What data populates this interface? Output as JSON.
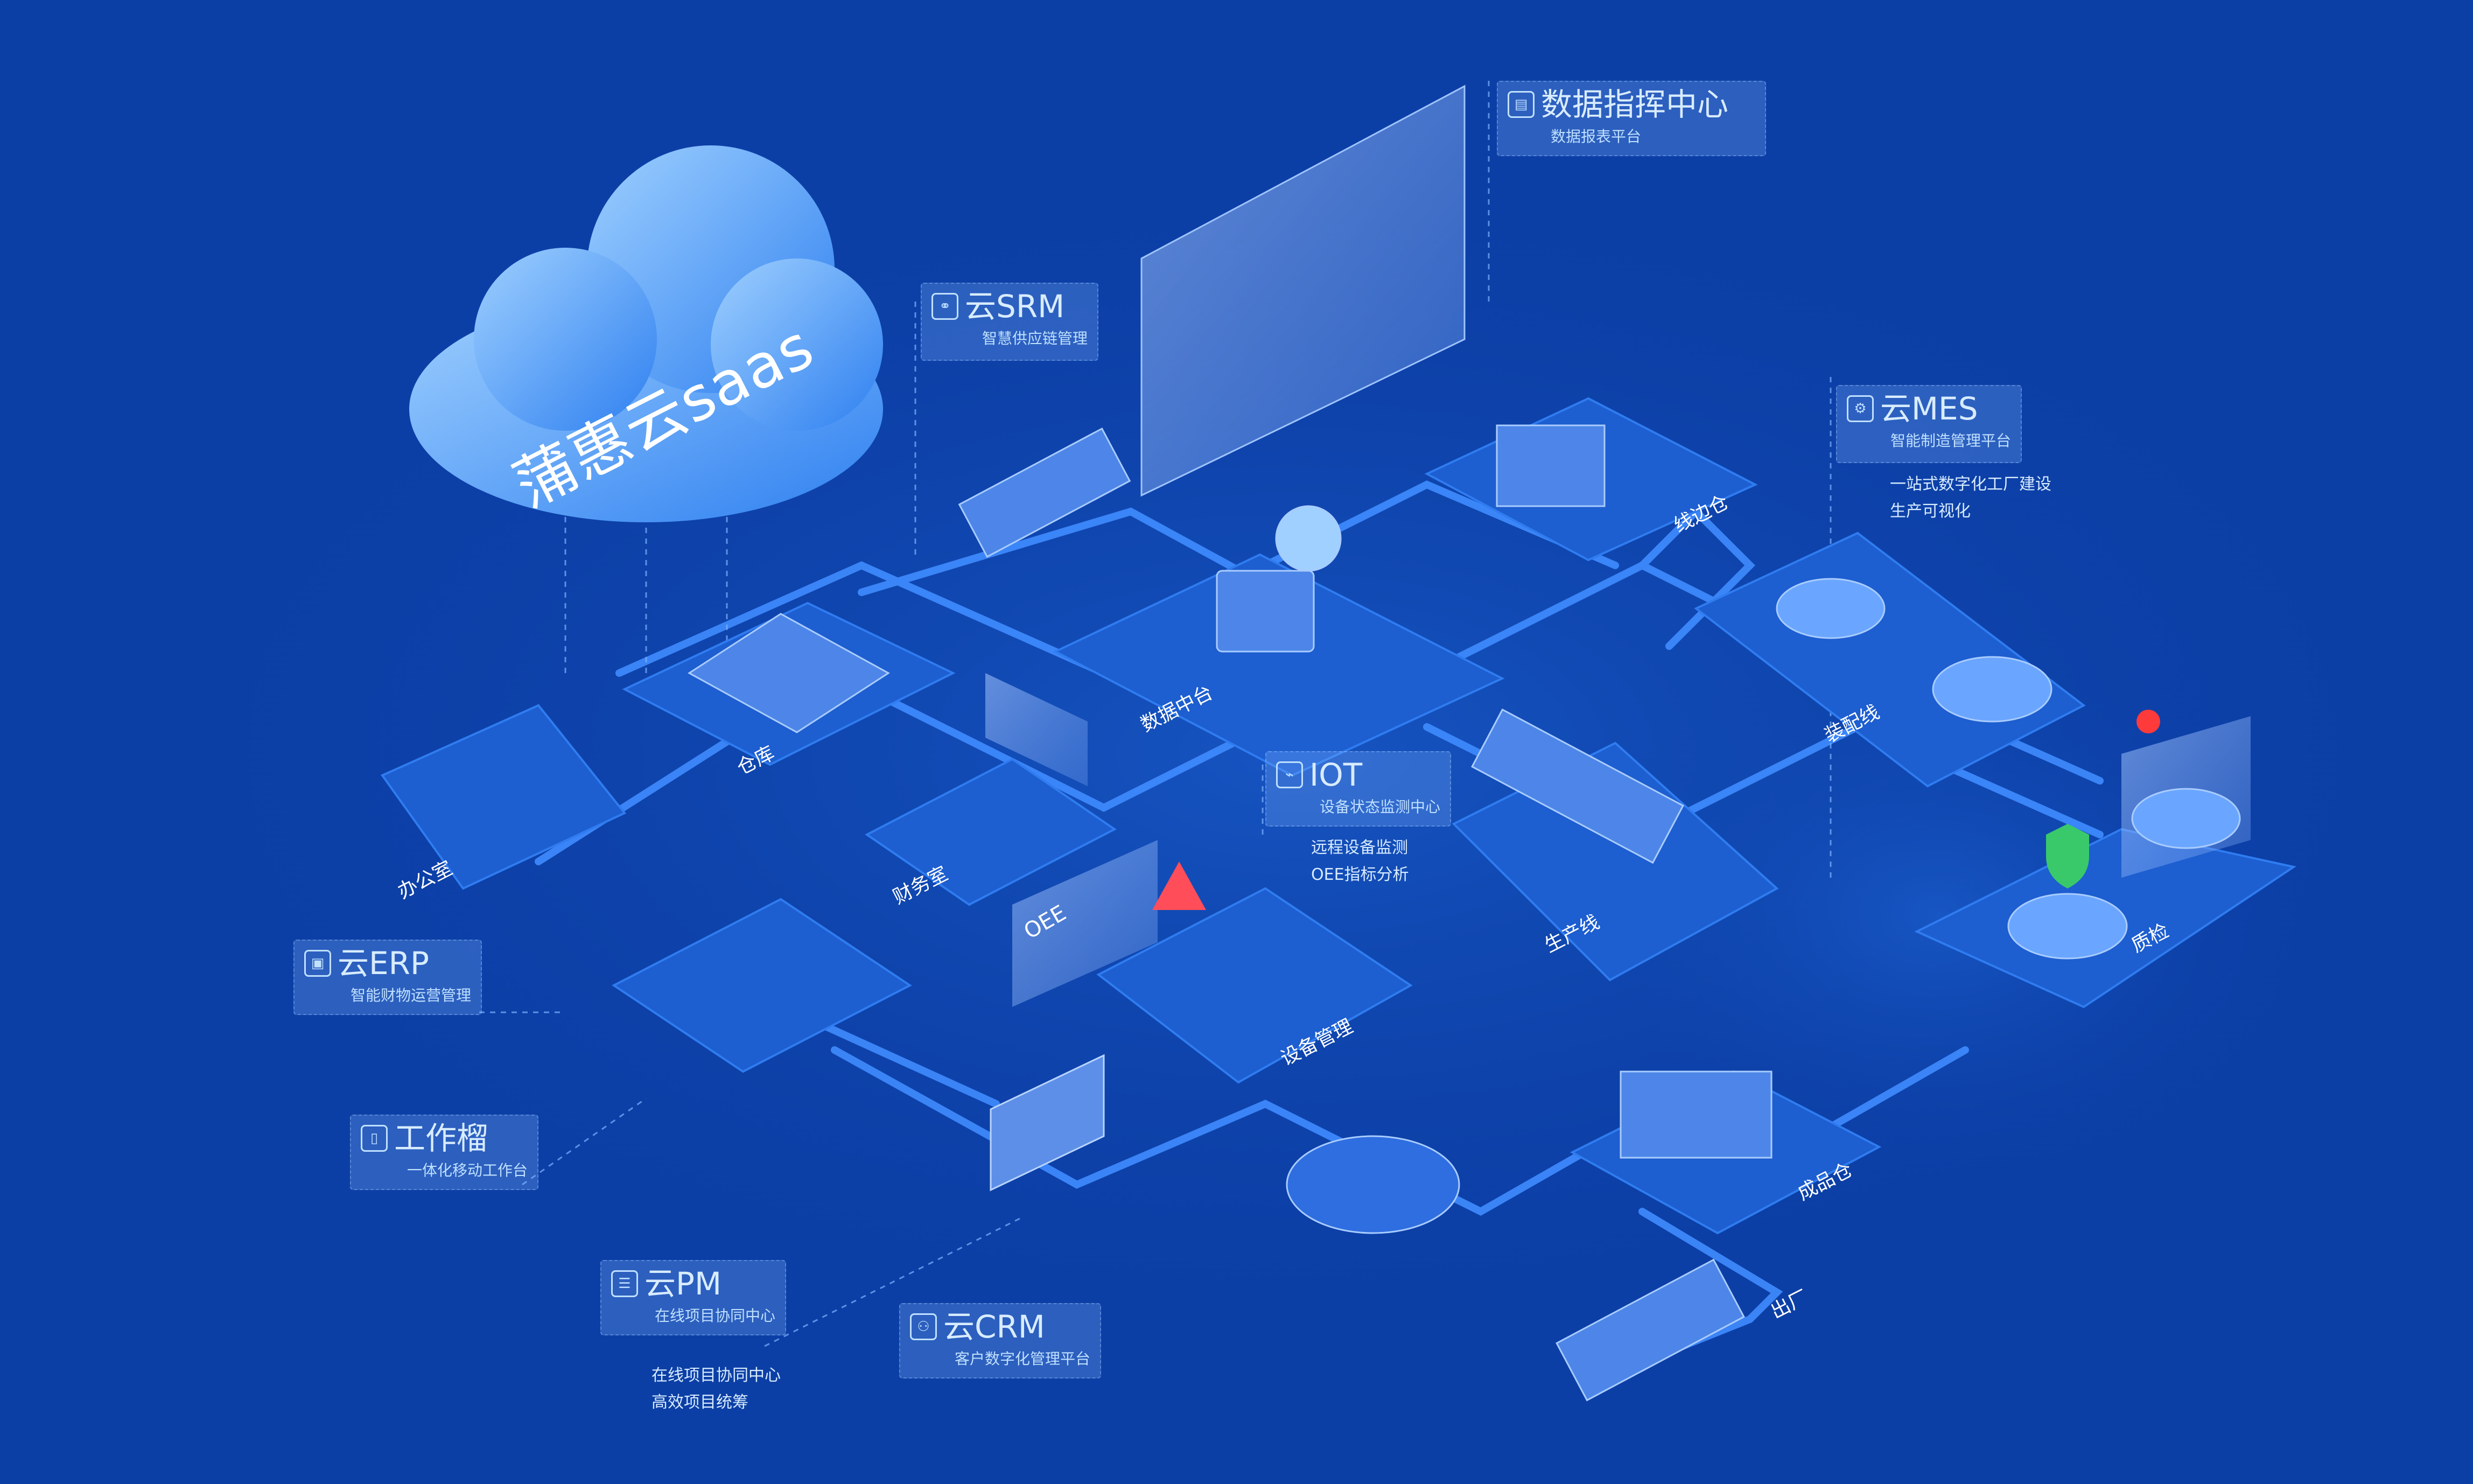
{
  "cloud": {
    "title": "蒲惠云saas"
  },
  "tiles": {
    "warehouse": "仓库",
    "office": "办公室",
    "finance": "财务室",
    "data_platform": "数据中台",
    "line_side": "线边仓",
    "assembly": "装配线",
    "production": "生产线",
    "equipment": "设备管理",
    "quality": "质检",
    "finished": "成品仓",
    "exit": "出厂"
  },
  "screen_labels": {
    "oee": "OEE"
  },
  "modules": {
    "command": {
      "title": "数据指挥中心",
      "sub": "数据报表平台",
      "icon": "report-icon"
    },
    "srm": {
      "title": "云SRM",
      "sub": "智慧供应链管理",
      "icon": "supply-chain-icon"
    },
    "mes": {
      "title": "云MES",
      "sub": "智能制造管理平台",
      "icon": "manufacturing-icon",
      "notes": [
        "一站式数字化工厂建设",
        "生产可视化"
      ]
    },
    "iot": {
      "title": "IOT",
      "sub": "设备状态监测中心",
      "icon": "iot-icon",
      "notes": [
        "远程设备监测",
        "OEE指标分析"
      ]
    },
    "erp": {
      "title": "云ERP",
      "sub": "智能财物运营管理",
      "icon": "erp-icon"
    },
    "work": {
      "title": "工作榴",
      "sub": "一体化移动工作台",
      "icon": "mobile-icon"
    },
    "pm": {
      "title": "云PM",
      "sub": "在线项目协同中心",
      "icon": "project-icon",
      "notes": [
        "在线项目协同中心",
        "高效项目统筹"
      ]
    },
    "crm": {
      "title": "云CRM",
      "sub": "客户数字化管理平台",
      "icon": "customer-icon"
    }
  },
  "colors": {
    "background": "#0c3fa6",
    "tile": "#1d5ed0",
    "tile_edge": "#2f7cf0",
    "line": "#3f8cff",
    "panel": "#7fb3ff",
    "label": "#d8ecff"
  }
}
